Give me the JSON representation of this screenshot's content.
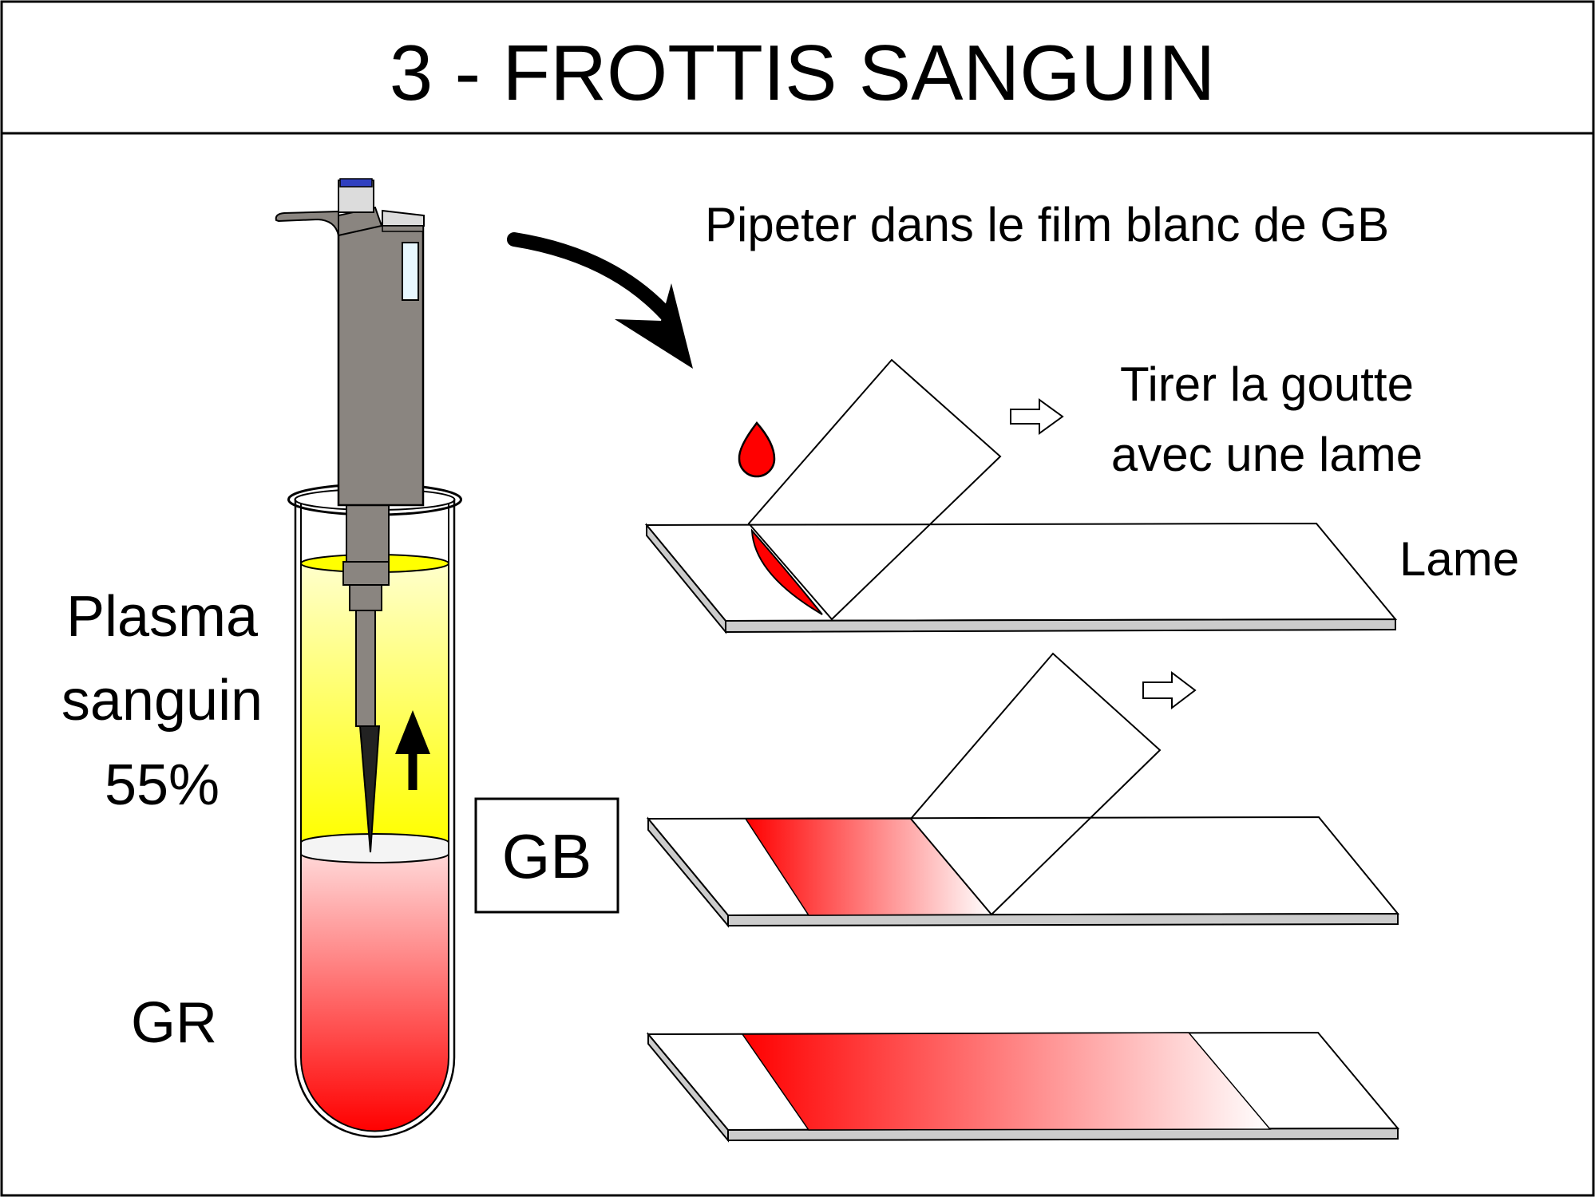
{
  "title": "3 - FROTTIS SANGUIN",
  "labels": {
    "step_pipette": "Pipeter dans le film blanc de GB",
    "step_drag_line1": "Tirer la goutte",
    "step_drag_line2": "avec une lame",
    "slide": "Lame",
    "plasma_line1": "Plasma",
    "plasma_line2": "sanguin",
    "plasma_line3": "55%",
    "white_cells": "GB",
    "red_cells": "GR"
  },
  "colors": {
    "plasma_yellow": "#ffff00",
    "blood_red": "#ff0000",
    "pipette_gray": "#8a8580",
    "slide_edge_gray": "#cccccc",
    "border": "#000000"
  }
}
